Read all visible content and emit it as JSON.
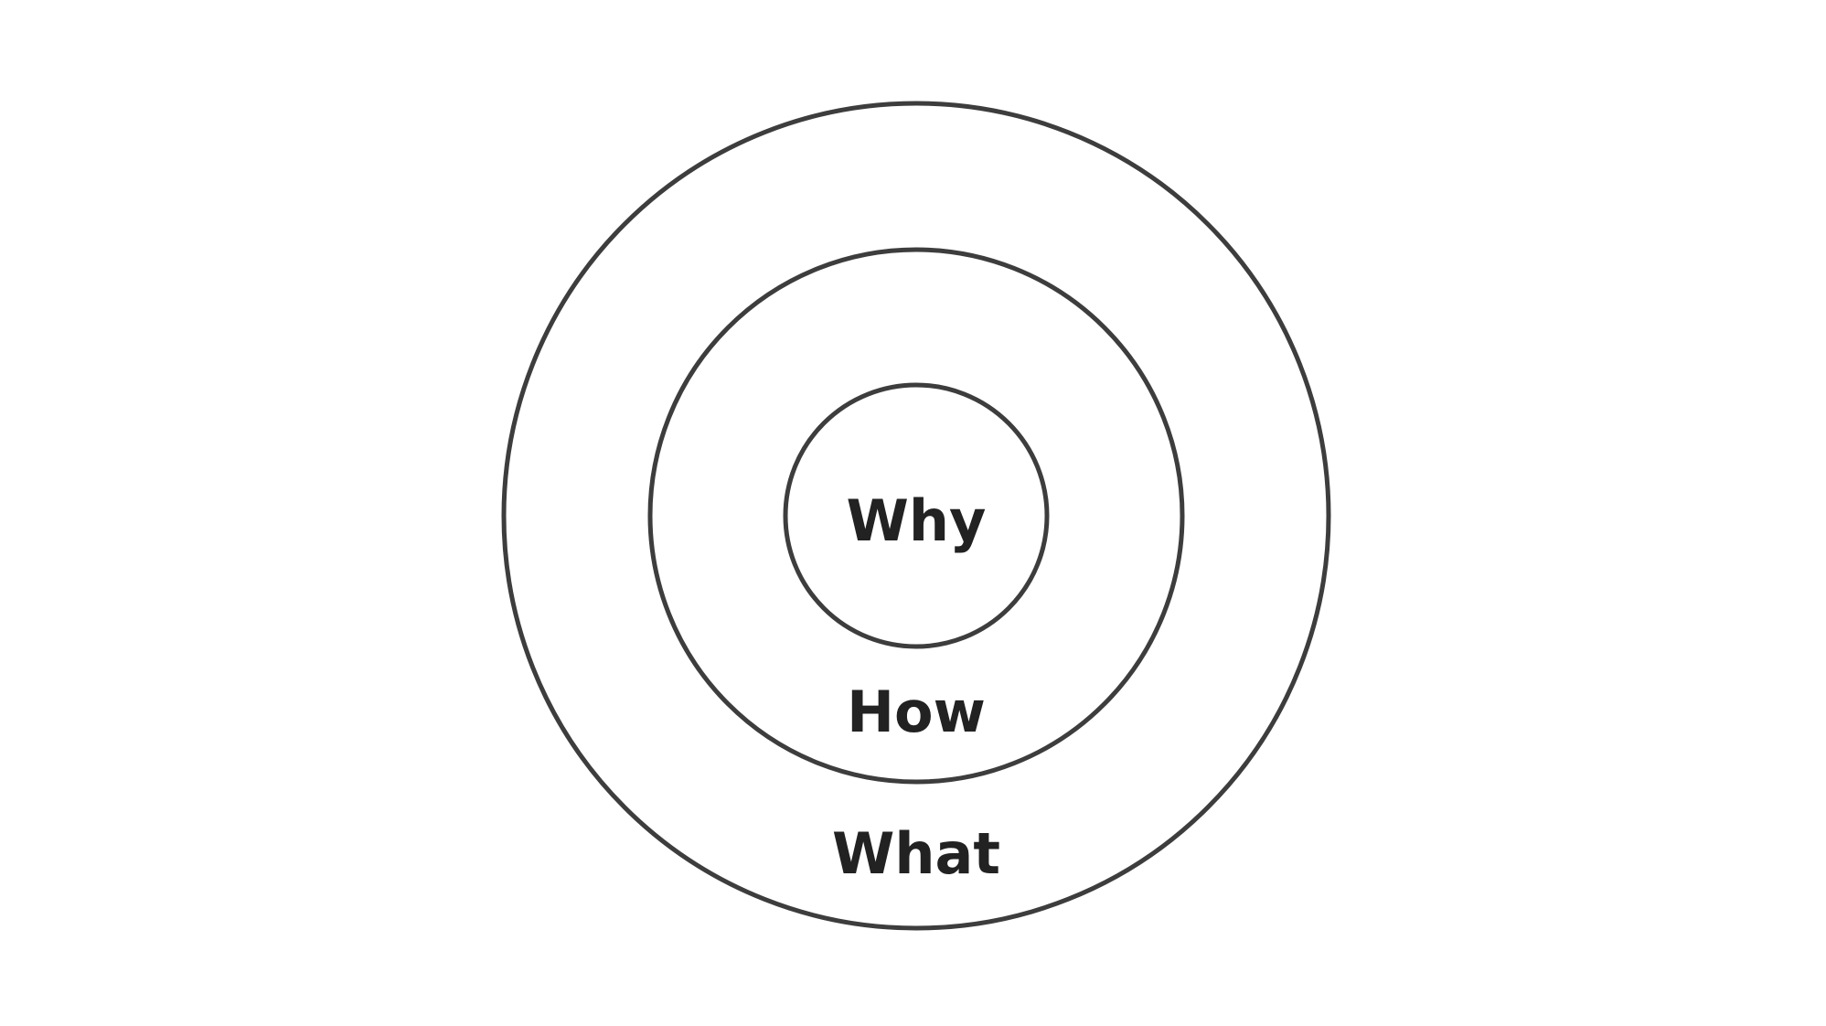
{
  "diagram": {
    "labels": {
      "inner": "Why",
      "middle": "How",
      "outer": "What"
    },
    "colors": {
      "stroke": "#3d3d3d",
      "text": "#222222",
      "background": "#ffffff"
    }
  }
}
